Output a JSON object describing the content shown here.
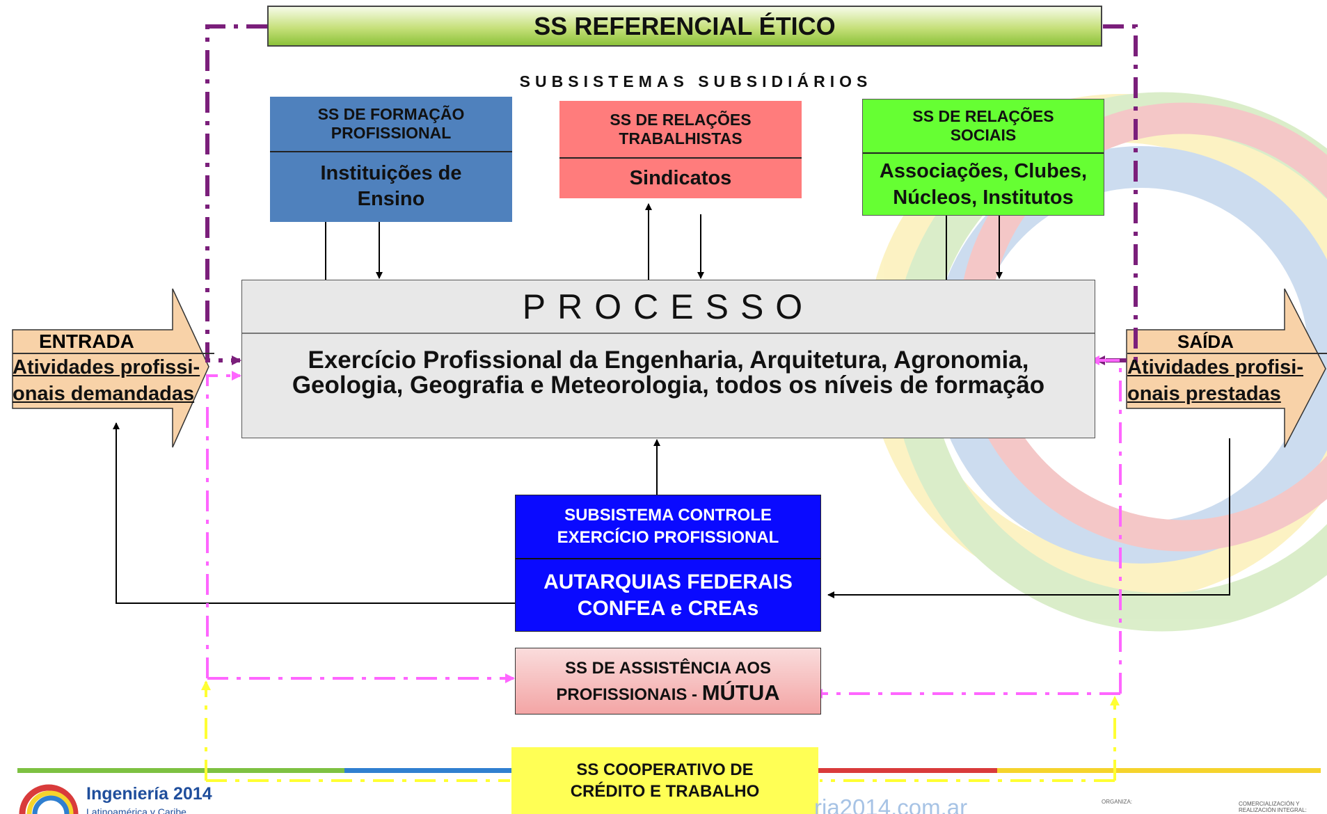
{
  "title_bar": {
    "label": "SS REFERENCIAL ÉTICO"
  },
  "subsystems_heading": "SUBSISTEMAS SUBSIDIÁRIOS",
  "formacao": {
    "title": "SS  DE FORMAÇÃO\nPROFISSIONAL",
    "body": "Instituições de\nEnsino"
  },
  "trabalhistas": {
    "title": "SS  DE RELAÇÕES\nTRABALHISTAS",
    "body": "Sindicatos"
  },
  "sociais": {
    "title": "SS  DE RELAÇÕES\nSOCIAIS",
    "body": "Associações, Clubes,\nNúcleos, Institutos"
  },
  "processo": {
    "title": "PROCESSO",
    "body": "Exercício Profissional da Engenharia, Arquitetura, Agronomia,\nGeologia, Geografia e Meteorologia, todos os níveis de formação"
  },
  "entrada": {
    "label": "ENTRADA",
    "desc": "Atividades profissi-\nonais demandadas"
  },
  "saida": {
    "label": "SAÍDA",
    "desc": "Atividades profisi-\nonais prestadas"
  },
  "controle": {
    "title": "SUBSISTEMA CONTROLE\nEXERCÍCIO PROFISSIONAL",
    "body": "AUTARQUIAS FEDERAIS\nCONFEA  e   CREAs"
  },
  "mutua": {
    "line1": "SS DE ASSISTÊNCIA AOS",
    "line2_prefix": "PROFISSIONAIS - ",
    "line2_emph": "MÚTUA"
  },
  "credito": {
    "label": "SS COOPERATIVO DE\nCRÉDITO E TRABALHO"
  },
  "footer": {
    "logo_title": "Ingeniería 2014",
    "logo_sub": "Latinoamérica y Caribe",
    "website": "ria2014.com.ar",
    "organiza": "ORGANIZA:",
    "comercial": "COMERCIALIZACIÓN Y\nREALIZACIÓN INTEGRAL:"
  },
  "colors": {
    "title_bar": "#8cc23a",
    "formacao": "#4f81bd",
    "trabalhistas": "#ff7c7c",
    "sociais": "#66ff33",
    "processo": "#e8e8e8",
    "arrows": "#f8d2a8",
    "controle": "#0a0aff",
    "mutua": "#f3a5a5",
    "credito": "#ffff55",
    "ethic_frame": "#7b1f7b",
    "assist_loop": "#ff66ff",
    "coop_loop": "#ffff33"
  }
}
